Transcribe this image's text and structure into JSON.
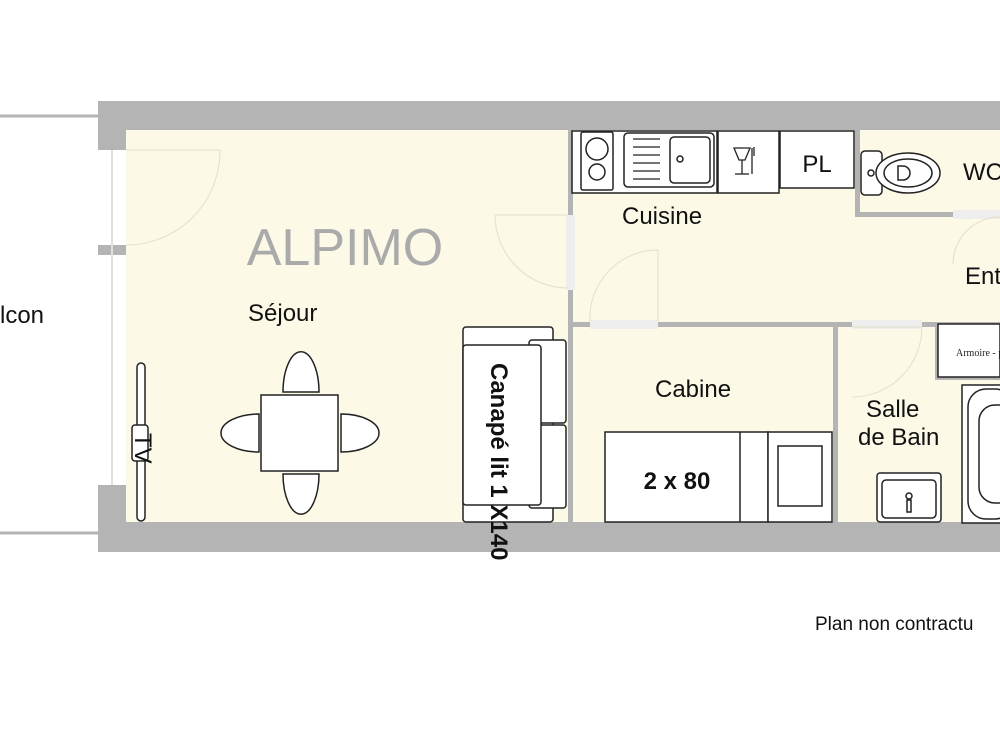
{
  "watermark": "ALPIMO",
  "rooms": {
    "balcon": "lcon",
    "sejour": "Séjour",
    "cuisine": "Cuisine",
    "wc": "WC",
    "entree": "Ent",
    "cabine": "Cabine",
    "sdb_line1": "Salle",
    "sdb_line2": "de Bain"
  },
  "furniture": {
    "tv": "TV",
    "sofa": "Canapé lit  1 X140",
    "bed": "2 x 80",
    "pl": "PL",
    "armoire": "Armoire - p"
  },
  "footer": "Plan non contractu",
  "colors": {
    "wall": "#b4b4b4",
    "floor": "#fdf9e7",
    "watermark": "#aaaaaa"
  }
}
